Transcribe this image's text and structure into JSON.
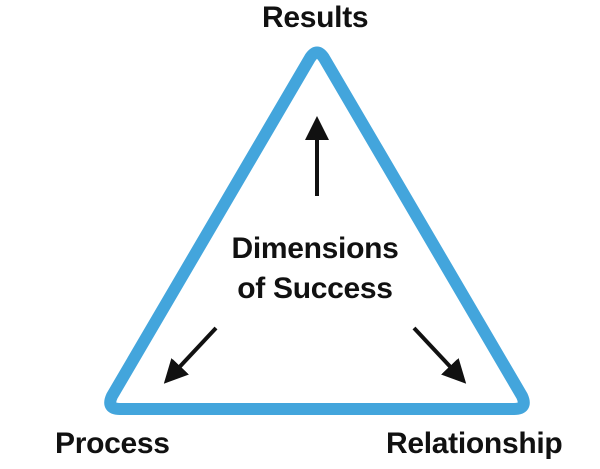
{
  "diagram": {
    "title": "Dimensions of Success",
    "title_lines": [
      "Dimensions",
      "of Success"
    ],
    "vertices": [
      {
        "label": "Results",
        "position": "top"
      },
      {
        "label": "Process",
        "position": "bottom-left"
      },
      {
        "label": "Relationship",
        "position": "bottom-right"
      }
    ],
    "arrows": [
      {
        "from": "center",
        "to": "Results",
        "direction": "up"
      },
      {
        "from": "center",
        "to": "Process",
        "direction": "down-left"
      },
      {
        "from": "center",
        "to": "Relationship",
        "direction": "down-right"
      }
    ],
    "colors": {
      "triangle_stroke": "#43a5dc",
      "text": "#111111",
      "arrow": "#111111"
    }
  }
}
